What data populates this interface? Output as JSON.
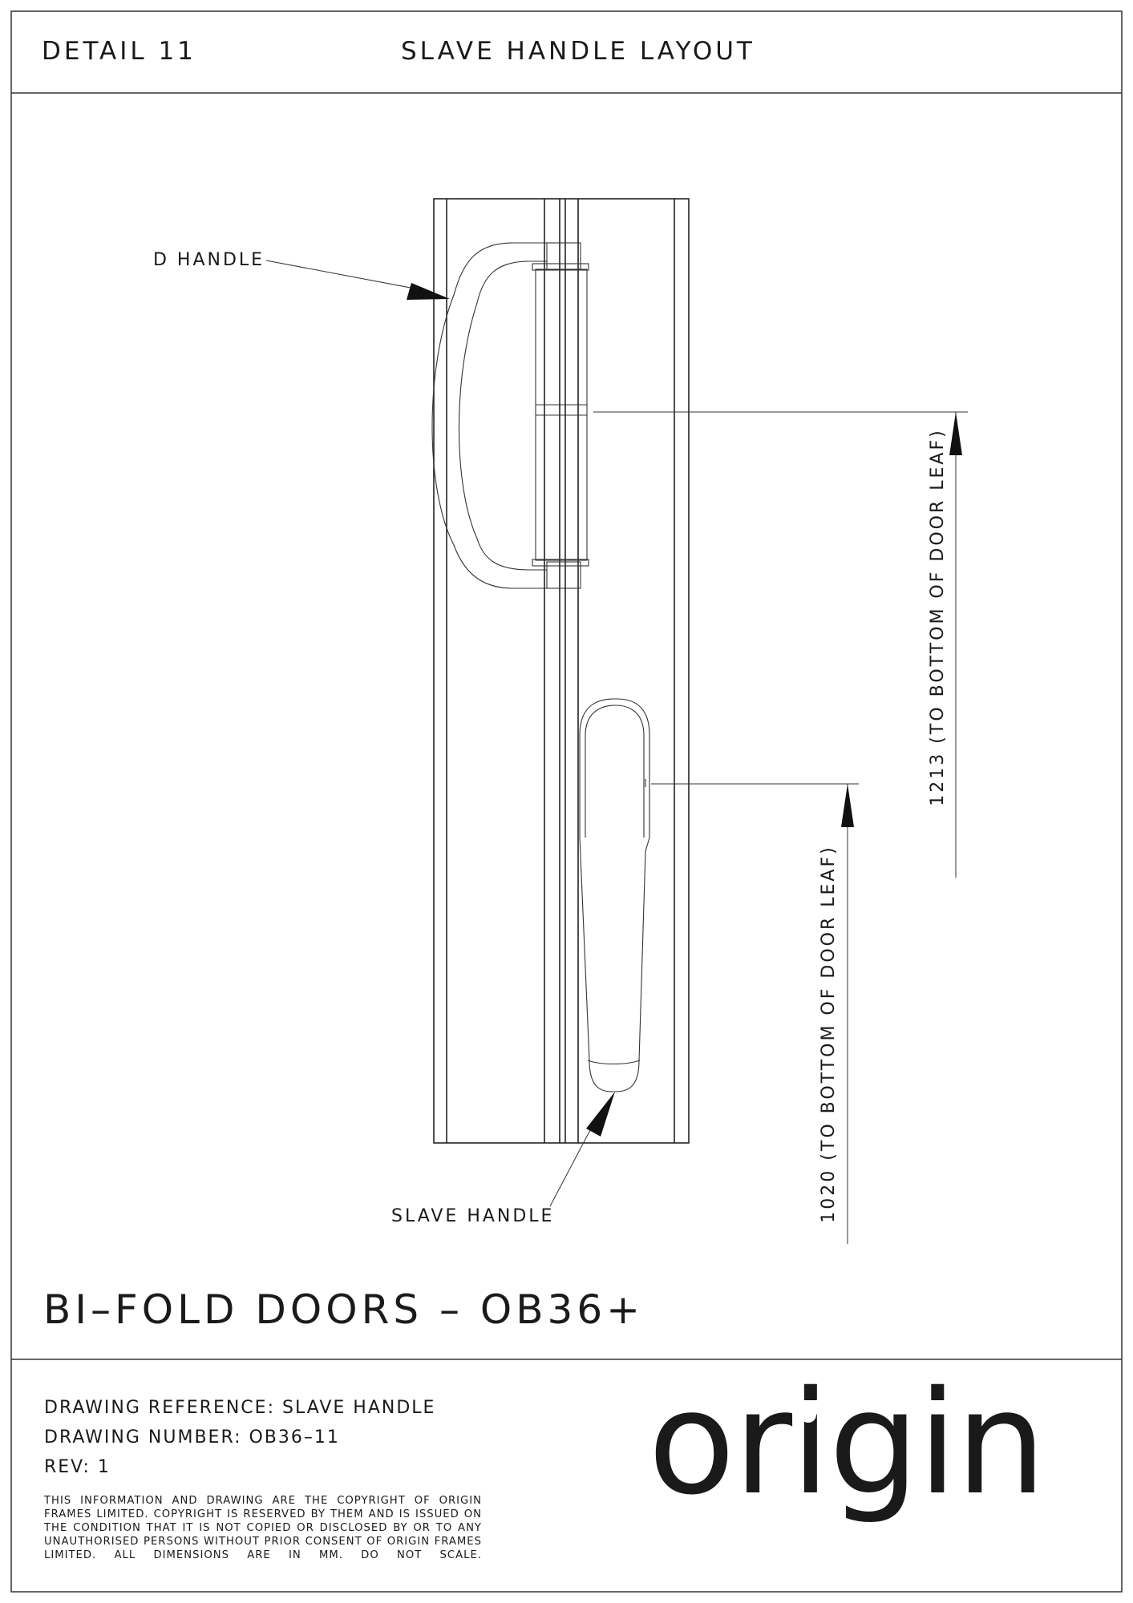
{
  "header": {
    "detail": "DETAIL 11",
    "title": "SLAVE HANDLE LAYOUT"
  },
  "drawing": {
    "d_handle_label": "D HANDLE",
    "slave_handle_label": "SLAVE HANDLE",
    "dim_d_handle": "1213 (TO BOTTOM OF DOOR LEAF)",
    "dim_slave_handle": "1020 (TO BOTTOM OF DOOR LEAF)"
  },
  "product": {
    "title": "BI–FOLD DOORS – OB36+"
  },
  "info": {
    "reference": "DRAWING REFERENCE: SLAVE HANDLE",
    "number": "DRAWING NUMBER: OB36–11",
    "rev": "REV: 1",
    "copyright": "THIS INFORMATION AND DRAWING ARE THE COPYRIGHT OF ORIGIN FRAMES LIMITED. COPYRIGHT IS RESERVED BY THEM AND IS ISSUED ON THE CONDITION THAT IT IS NOT COPIED OR DISCLOSED BY OR TO ANY UNAUTHORISED PERSONS WITHOUT PRIOR CONSENT OF ORIGIN FRAMES LIMITED. ALL DIMENSIONS ARE IN MM. DO NOT SCALE."
  },
  "logo": {
    "text": "origin"
  }
}
